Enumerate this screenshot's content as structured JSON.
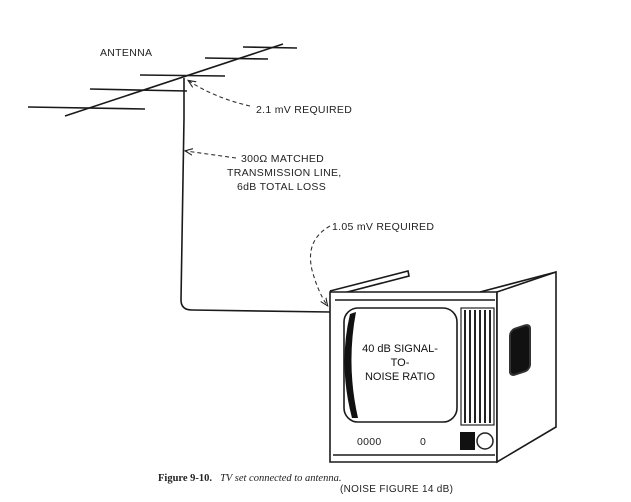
{
  "labels": {
    "antenna": "ANTENNA",
    "antenna_voltage": "2.1 mV  REQUIRED",
    "line_1": "300Ω MATCHED",
    "line_2": "TRANSMISSION LINE,",
    "line_3": "6dB TOTAL LOSS",
    "tv_voltage": "1.05 mV  REQUIRED",
    "screen_1": "40 dB SIGNAL-",
    "screen_2": "TO-",
    "screen_3": "NOISE RATIO",
    "controls_left": "0000",
    "controls_right": "0",
    "noise_figure": "(NOISE FIGURE 14 dB)"
  },
  "caption": {
    "number": "Figure 9-10.",
    "text": "TV set connected to antenna."
  }
}
